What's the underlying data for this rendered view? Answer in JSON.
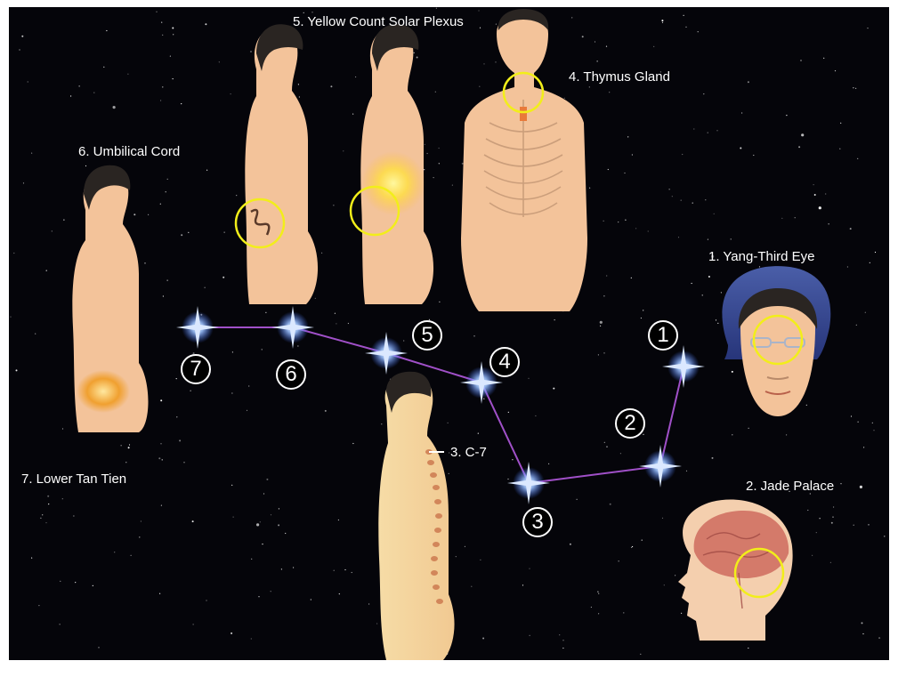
{
  "labels": {
    "yang_third_eye": "1. Yang-Third Eye",
    "jade_palace": "2. Jade Palace",
    "c7": "3. C-7",
    "thymus": "4. Thymus Gland",
    "solar_plexus": "5. Yellow Count  Solar Plexus",
    "umbilical": "6. Umbilical Cord",
    "lower_tan_tien": "7. Lower Tan Tien"
  },
  "points": [
    "1",
    "2",
    "3",
    "4",
    "5",
    "6",
    "7"
  ],
  "colors": {
    "background": "#05050a",
    "path_line": "#a050c8",
    "highlight_ring": "#f2ee1a",
    "skin": "#f3c39a",
    "hair": "#2a2522",
    "star": "#cfe2ff"
  }
}
